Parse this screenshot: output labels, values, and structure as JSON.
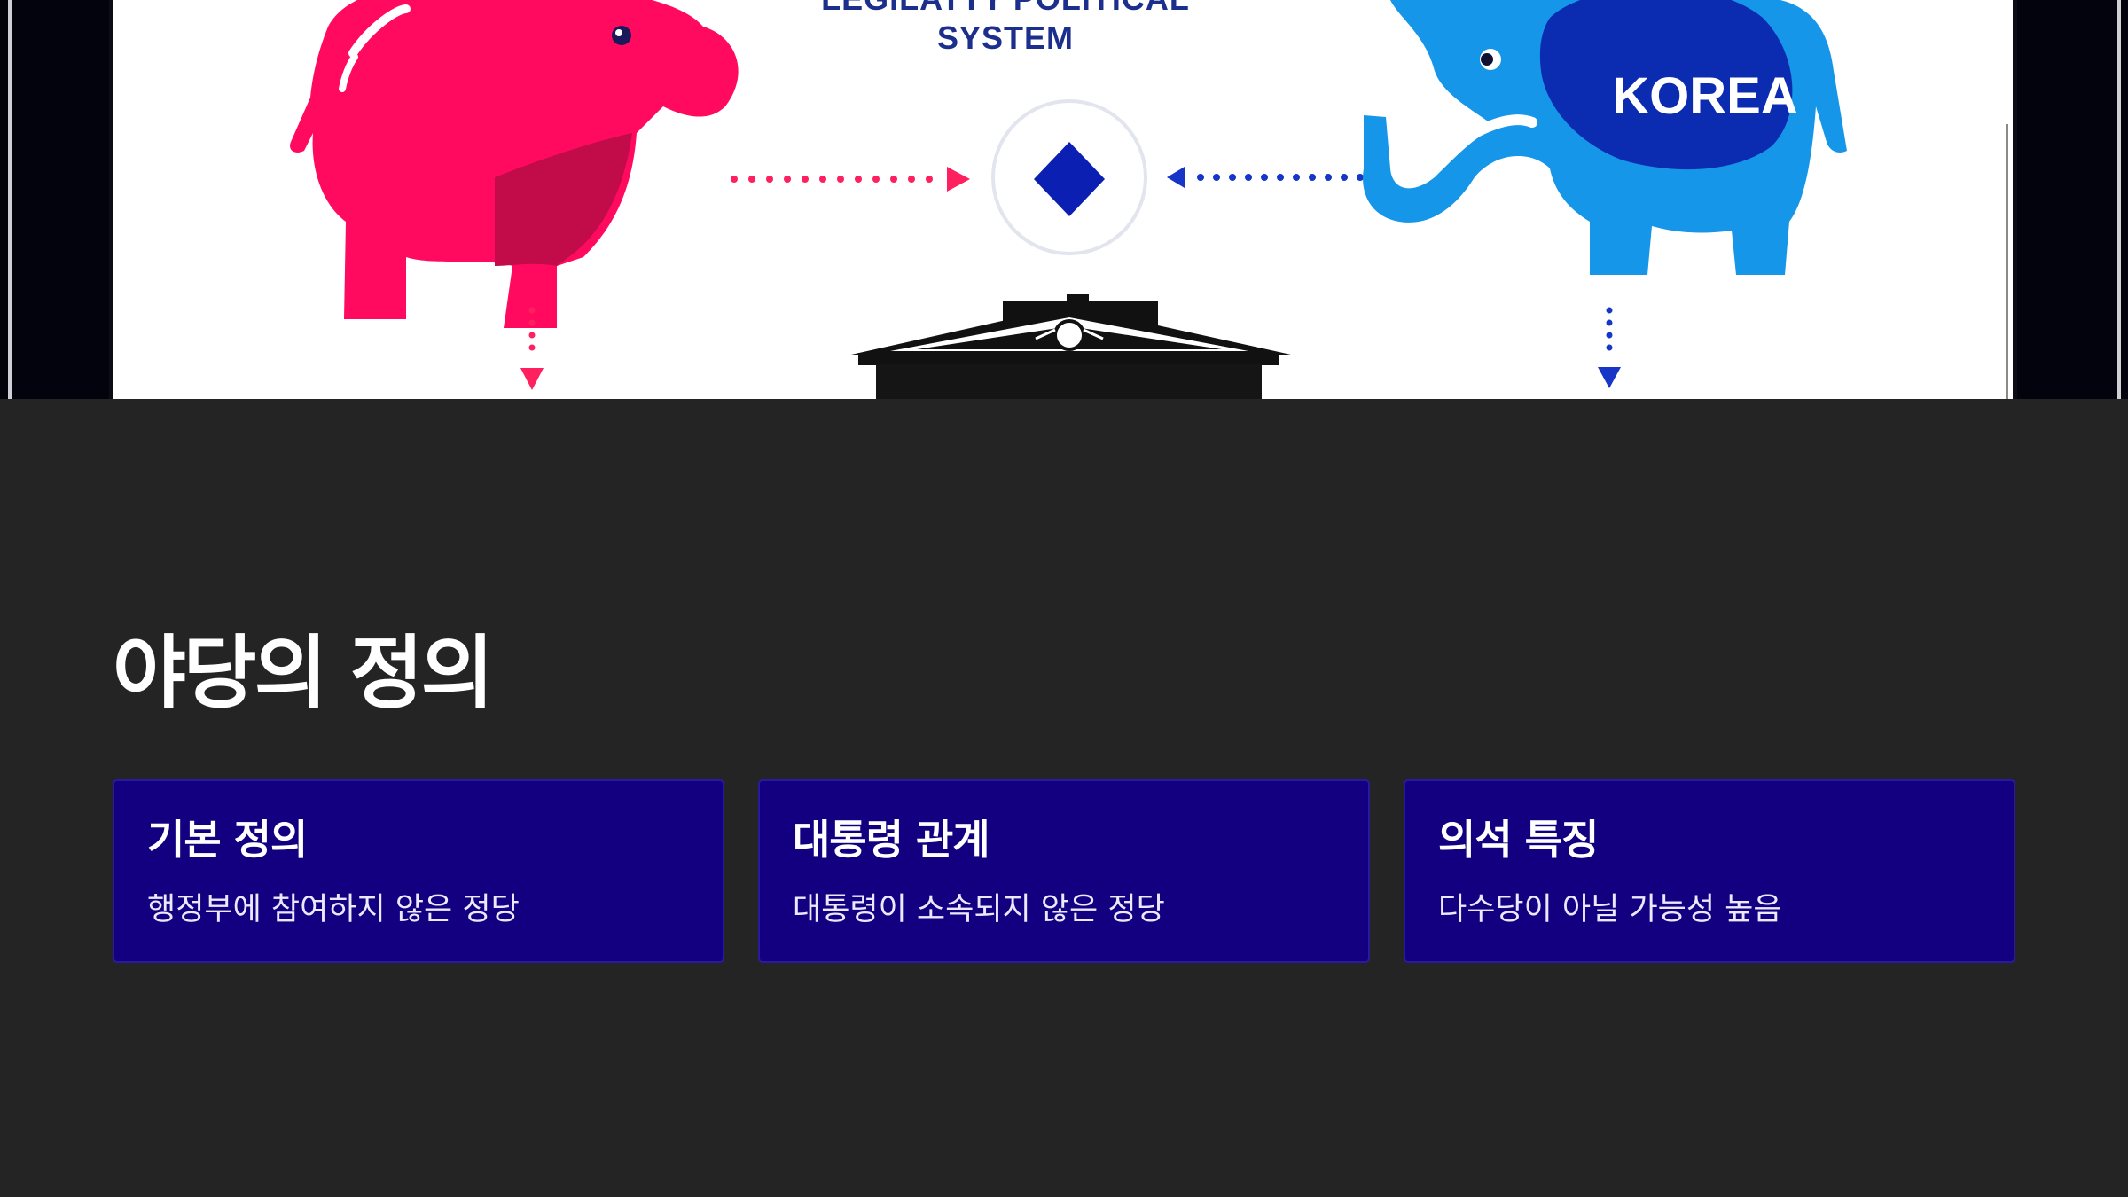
{
  "banner": {
    "system_line_1": "LEGILATTY POLITICAL",
    "system_line_2": "SYSTEM",
    "elephant_label": "KOREA",
    "colors": {
      "left_animal": "#ff0a5f",
      "right_elephant": "#1596e8",
      "elephant_patch": "#0b2bb0",
      "diamond": "#0b1fb3",
      "left_arrow": "#ff2060",
      "right_arrow": "#1736c8"
    }
  },
  "section": {
    "title": "야당의 정의",
    "cards": [
      {
        "title": "기본 정의",
        "description": "행정부에 참여하지 않은 정당"
      },
      {
        "title": "대통령 관계",
        "description": "대통령이 소속되지 않은 정당"
      },
      {
        "title": "의석 특징",
        "description": "다수당이 아닐 가능성 높음"
      }
    ]
  },
  "theme": {
    "background": "#252425",
    "card_background": "#120080",
    "text": "#ffffff"
  }
}
